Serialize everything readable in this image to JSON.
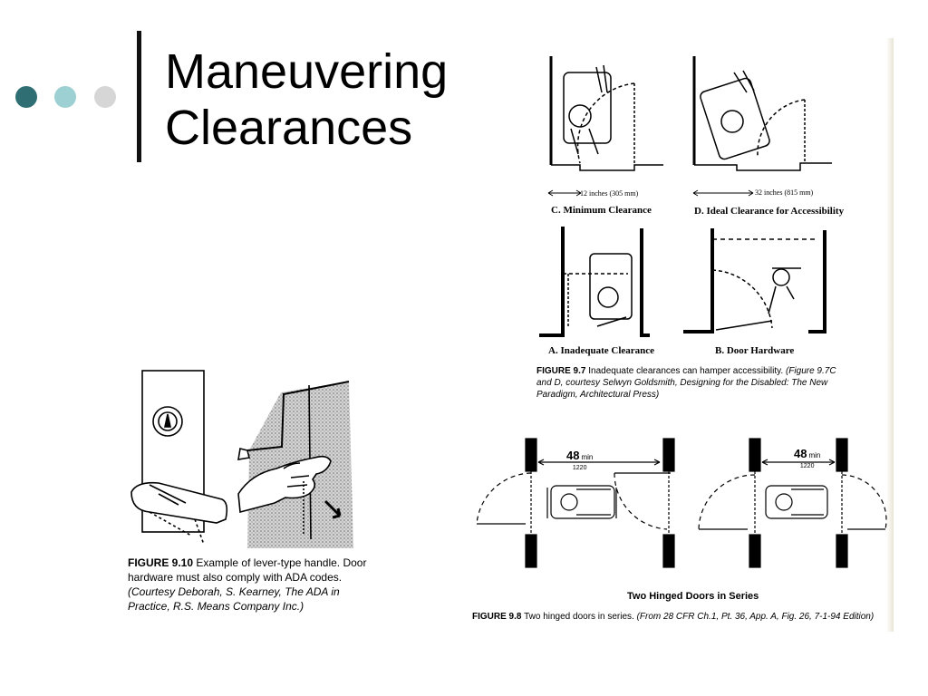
{
  "slide": {
    "title_line1": "Maneuvering",
    "title_line2": "Clearances"
  },
  "figure_9_7": {
    "panel_c_dim": "12 inches (305 mm)",
    "panel_c_label": "C. Minimum Clearance",
    "panel_d_dim": "32 inches (815 mm)",
    "panel_d_label": "D. Ideal Clearance for Accessibility",
    "panel_a_label": "A.  Inadequate Clearance",
    "panel_b_label": "B. Door Hardware",
    "caption_num": "FIGURE 9.7",
    "caption_text": "Inadequate clearances can hamper accessibility.",
    "caption_credit": "(Figure 9.7C and D, courtesy Selwyn Goldsmith, Designing for the Disabled: The New Paradigm, Architectural Press)"
  },
  "figure_9_10": {
    "caption_num": "FIGURE 9.10",
    "caption_text": "Example of lever-type handle. Door hardware must also comply with ADA codes.",
    "caption_credit": "(Courtesy Deborah, S. Kearney, The ADA in Practice, R.S. Means Company Inc.)"
  },
  "figure_9_8": {
    "dim_left_value": "48",
    "dim_left_unit": "min",
    "dim_left_mm": "1220",
    "dim_right_value": "48",
    "dim_right_unit": "min",
    "dim_right_mm": "1220",
    "title": "Two Hinged Doors in Series",
    "caption_num": "FIGURE 9.8",
    "caption_text": "Two hinged doors in series.",
    "caption_credit": "(From 28 CFR Ch.1, Pt. 36, App. A, Fig. 26, 7-1-94 Edition)"
  }
}
